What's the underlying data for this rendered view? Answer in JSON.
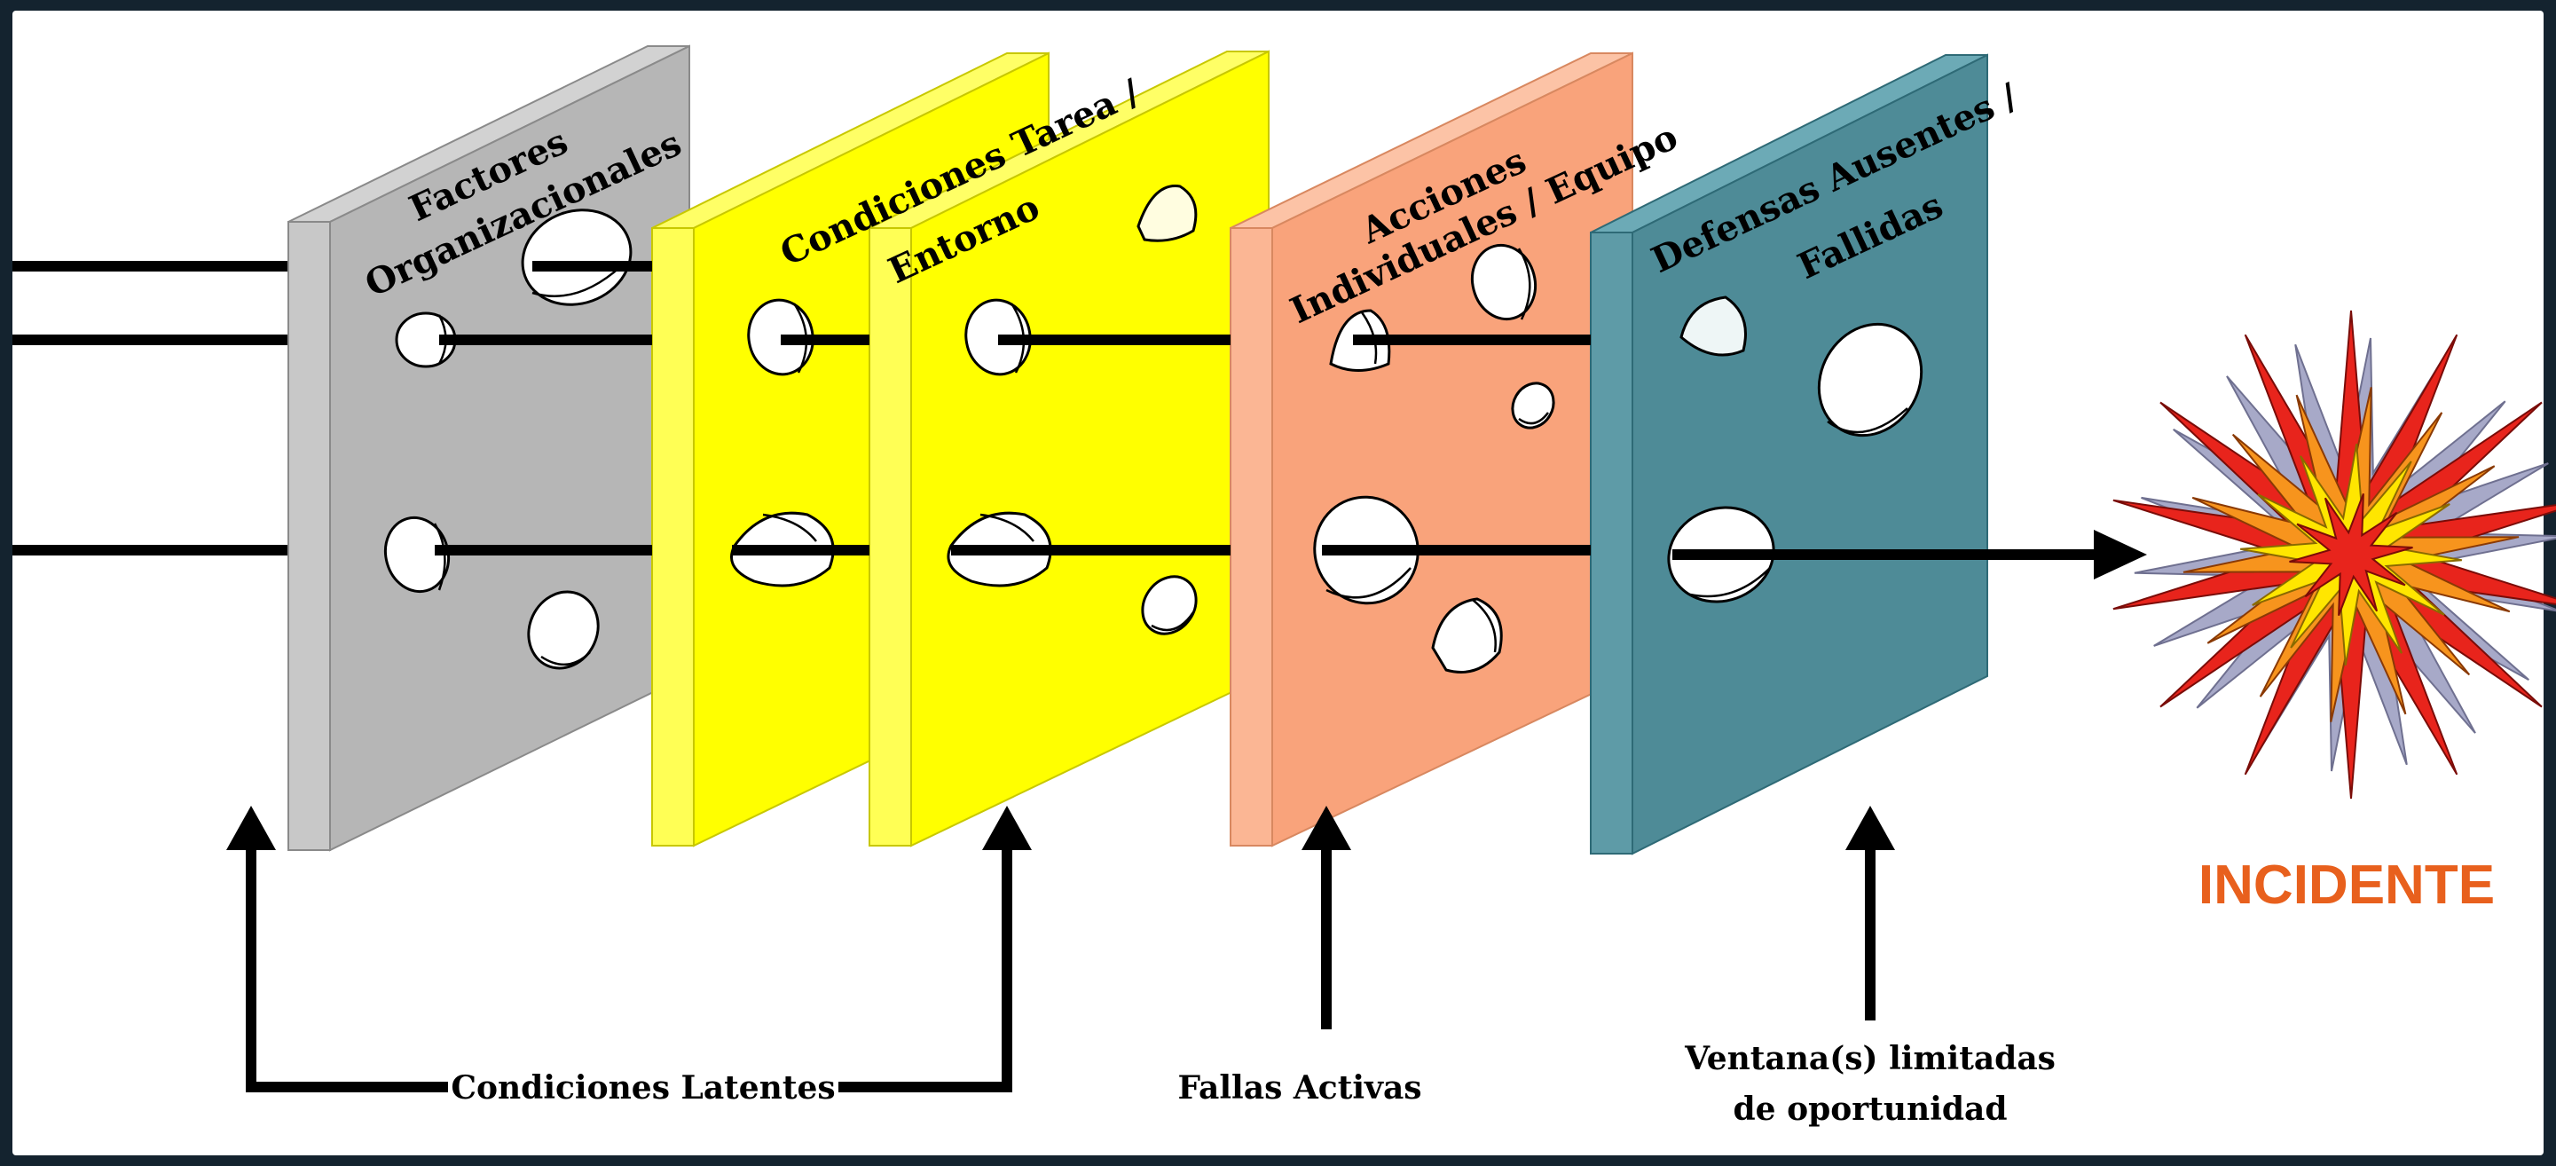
{
  "layers": [
    {
      "id": "organizacionales",
      "line1": "Factores",
      "line2": "Organizacionales",
      "front": "#b6b6b6",
      "side": "#c8c8c8",
      "top": "#d2d2d2"
    },
    {
      "id": "tarea",
      "line1": "Condiciones Tarea /",
      "line2": "Entorno",
      "front": "#ffff00",
      "side": "#ffff55",
      "top": "#ffff66"
    },
    {
      "id": "tarea2",
      "line1": "",
      "line2": "",
      "front": "#ffff00",
      "side": "#ffff55",
      "top": "#ffff66"
    },
    {
      "id": "individuales",
      "line1": "Acciones",
      "line2": "Individuales / Equipo",
      "front": "#f9a37b",
      "side": "#fbb694",
      "top": "#fcc3a6"
    },
    {
      "id": "defensas",
      "line1": "Defensas Ausentes /",
      "line2": "Fallidas",
      "front": "#4e8b97",
      "side": "#5e9ba7",
      "top": "#6caab6"
    }
  ],
  "labels": {
    "latentes": "Condiciones Latentes",
    "activas": "Fallas Activas",
    "ventana_line1": "Ventana(s) limitadas",
    "ventana_line2": "de oportunidad",
    "incidente": "INCIDENTE"
  },
  "colors": {
    "incident_text": "#e8601d",
    "burst_outer": "#a7a9c8",
    "burst_red": "#e8241c",
    "burst_orange": "#f7941d",
    "burst_yellow": "#ffe600"
  }
}
